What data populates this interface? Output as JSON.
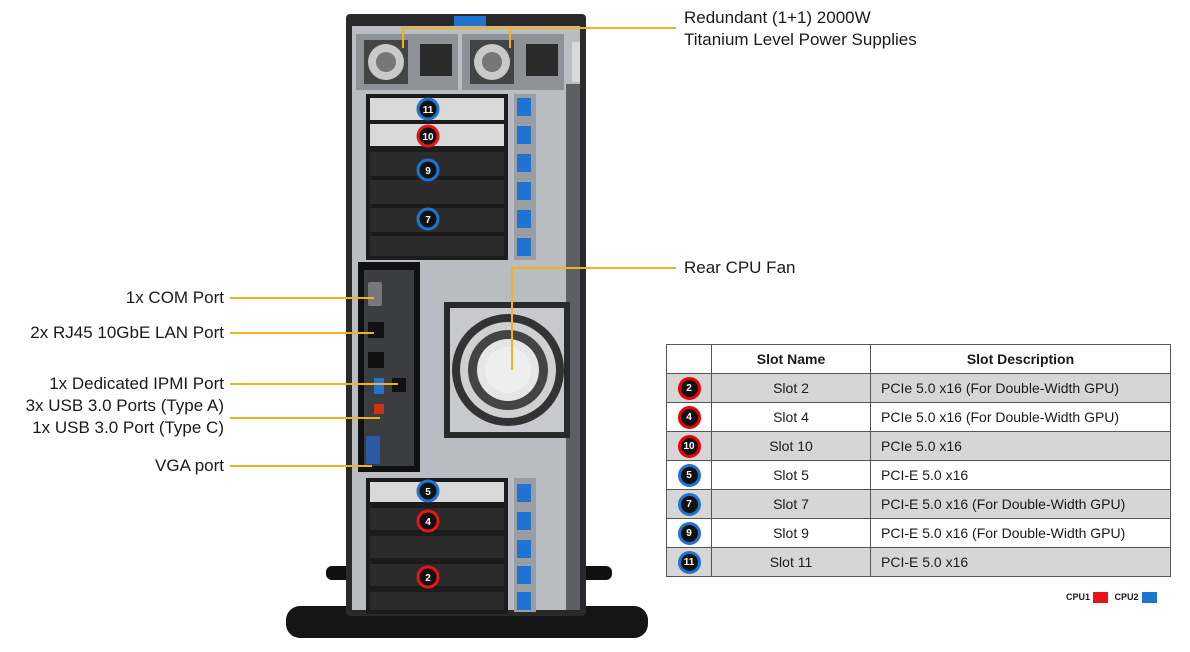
{
  "callouts": {
    "psu_line1": "Redundant (1+1) 2000W",
    "psu_line2": "Titanium Level Power Supplies",
    "rear_fan": "Rear CPU Fan",
    "com_port": "1x COM Port",
    "lan_port": "2x RJ45 10GbE LAN Port",
    "ipmi_port": "1x Dedicated IPMI Port",
    "usb_a": "3x USB 3.0 Ports (Type A)",
    "usb_c": "1x USB 3.0 Port (Type C)",
    "vga_port": "VGA port"
  },
  "slot_markers": {
    "top": [
      "11",
      "10",
      "9",
      "7"
    ],
    "bottom": [
      "5",
      "4",
      "2"
    ]
  },
  "table": {
    "header_name": "Slot Name",
    "header_desc": "Slot Description",
    "rows": [
      {
        "num": "2",
        "cpu": "CPU1",
        "name": "Slot 2",
        "desc": "PCIe 5.0 x16 (For Double-Width GPU)"
      },
      {
        "num": "4",
        "cpu": "CPU1",
        "name": "Slot 4",
        "desc": "PCIe 5.0 x16 (For Double-Width GPU)"
      },
      {
        "num": "10",
        "cpu": "CPU1",
        "name": "Slot 10",
        "desc": "PCIe 5.0 x16"
      },
      {
        "num": "5",
        "cpu": "CPU2",
        "name": "Slot 5",
        "desc": "PCI-E 5.0 x16"
      },
      {
        "num": "7",
        "cpu": "CPU2",
        "name": "Slot 7",
        "desc": "PCI-E 5.0 x16 (For Double-Width GPU)"
      },
      {
        "num": "9",
        "cpu": "CPU2",
        "name": "Slot 9",
        "desc": "PCI-E 5.0 x16 (For Double-Width GPU)"
      },
      {
        "num": "11",
        "cpu": "CPU2",
        "name": "Slot 11",
        "desc": "PCI-E 5.0 x16"
      }
    ]
  },
  "legend": {
    "cpu1_label": "CPU1",
    "cpu1_color": "#e8141a",
    "cpu2_label": "CPU2",
    "cpu2_color": "#1e74d0"
  }
}
